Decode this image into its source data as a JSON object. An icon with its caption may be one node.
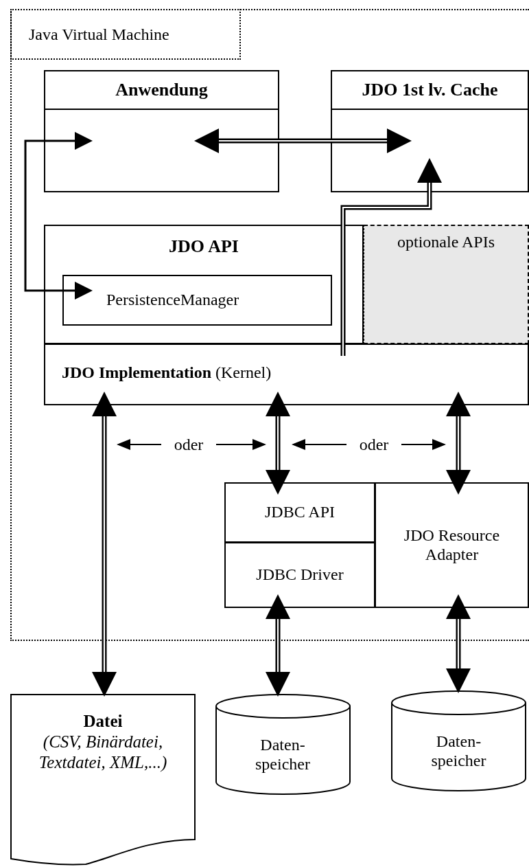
{
  "diagram": {
    "nodes": [
      {
        "text": [
          "Java Virtual Machine"
        ]
      },
      {
        "text": [
          "Anwendung"
        ],
        "in": 0
      },
      {
        "text": [
          "JDO 1st lv. Cache"
        ],
        "in": 0
      },
      {
        "text": [
          "JDO API"
        ],
        "in": 0
      },
      {
        "text": [
          "PersistenceManager"
        ],
        "in": 3
      },
      {
        "text": [
          "optionale APIs"
        ],
        "in": 0
      },
      {
        "text": [
          "**JDO Implementation** (Kernel)"
        ],
        "in": 0
      },
      {
        "text": [
          "JDBC API"
        ],
        "in": 0
      },
      {
        "text": [
          "JDBC Driver"
        ],
        "in": 0
      },
      {
        "text": [
          "JDO Resource Adapter"
        ],
        "in": 0
      },
      {
        "text": [
          "Datei",
          "(CSV, Binärdatei, Textdatei, XML,...)"
        ]
      },
      {
        "text": [
          "Daten- speicher"
        ]
      },
      {
        "text": [
          "Daten- speicher"
        ]
      }
    ],
    "edges": [
      {
        "from": 1,
        "to": 2,
        "arrow": "both"
      },
      {
        "from": 4,
        "to": 1,
        "arrow": "both"
      },
      {
        "from": 6,
        "to": 2,
        "arrow": "to"
      },
      {
        "from": 6,
        "to": 10,
        "arrow": "both"
      },
      {
        "from": 6,
        "to": 7,
        "arrow": "both"
      },
      {
        "from": 6,
        "to": 9,
        "arrow": "both"
      },
      {
        "from": 8,
        "to": 11,
        "arrow": "both"
      },
      {
        "from": 9,
        "to": 12,
        "arrow": "both"
      }
    ],
    "labels": [
      "oder",
      "oder"
    ]
  }
}
